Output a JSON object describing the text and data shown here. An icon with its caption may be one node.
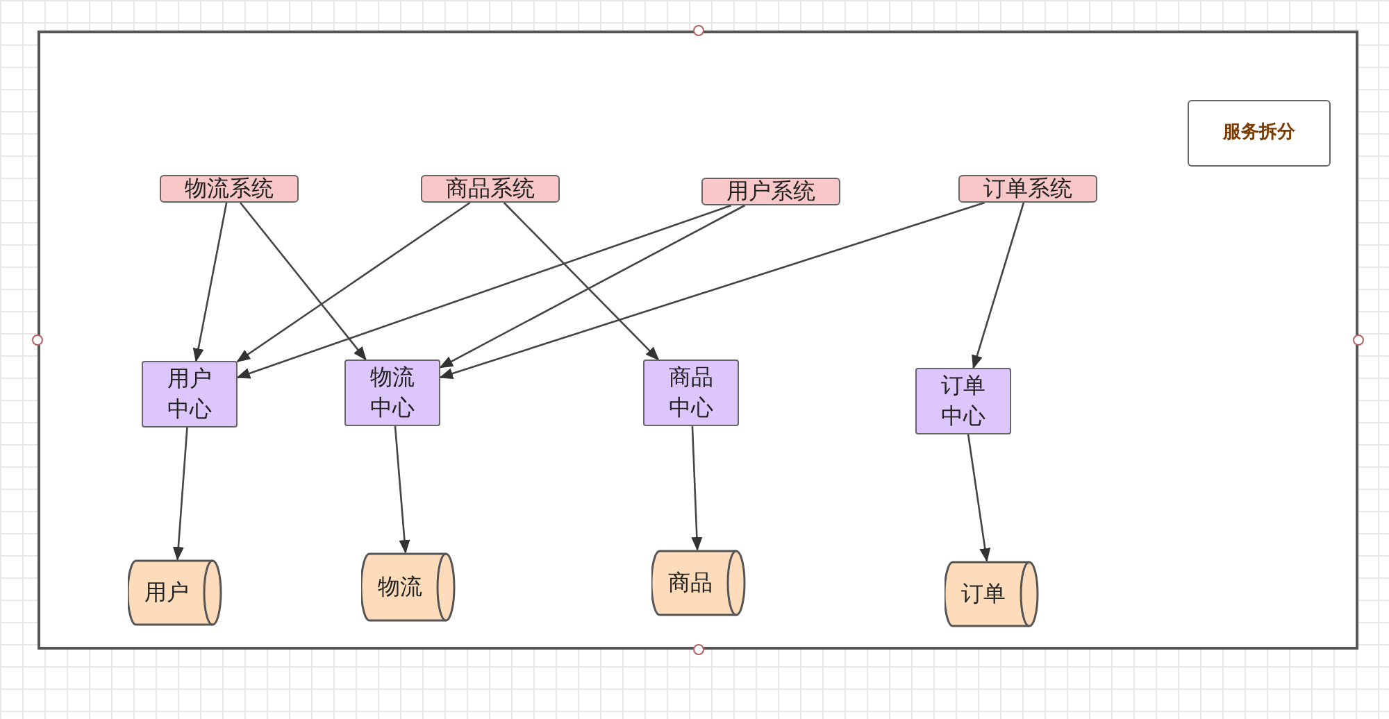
{
  "diagram": {
    "nodes": [
      {
        "text": [
          "服务拆分"
        ]
      },
      {
        "text": [
          "物流系统"
        ]
      },
      {
        "text": [
          "商品系统"
        ]
      },
      {
        "text": [
          "用户系统"
        ]
      },
      {
        "text": [
          "订单系统"
        ]
      },
      {
        "text": [
          "用户中心"
        ]
      },
      {
        "text": [
          "物流中心"
        ]
      },
      {
        "text": [
          "商品中心"
        ]
      },
      {
        "text": [
          "订单中心"
        ]
      },
      {
        "text": [
          "用户"
        ]
      },
      {
        "text": [
          "物流"
        ]
      },
      {
        "text": [
          "商品"
        ]
      },
      {
        "text": [
          "订单"
        ]
      }
    ],
    "edges": [
      {
        "from": 1,
        "to": 5,
        "arrow": "to"
      },
      {
        "from": 1,
        "to": 6,
        "arrow": "to"
      },
      {
        "from": 2,
        "to": 5,
        "arrow": "to"
      },
      {
        "from": 2,
        "to": 7,
        "arrow": "to"
      },
      {
        "from": 3,
        "to": 5,
        "arrow": "to"
      },
      {
        "from": 3,
        "to": 6,
        "arrow": "to"
      },
      {
        "from": 4,
        "to": 6,
        "arrow": "to"
      },
      {
        "from": 4,
        "to": 8,
        "arrow": "to"
      },
      {
        "from": 5,
        "to": 9,
        "arrow": "to"
      },
      {
        "from": 6,
        "to": 10,
        "arrow": "to"
      },
      {
        "from": 7,
        "to": 11,
        "arrow": "to"
      },
      {
        "from": 8,
        "to": 12,
        "arrow": "to"
      }
    ]
  }
}
